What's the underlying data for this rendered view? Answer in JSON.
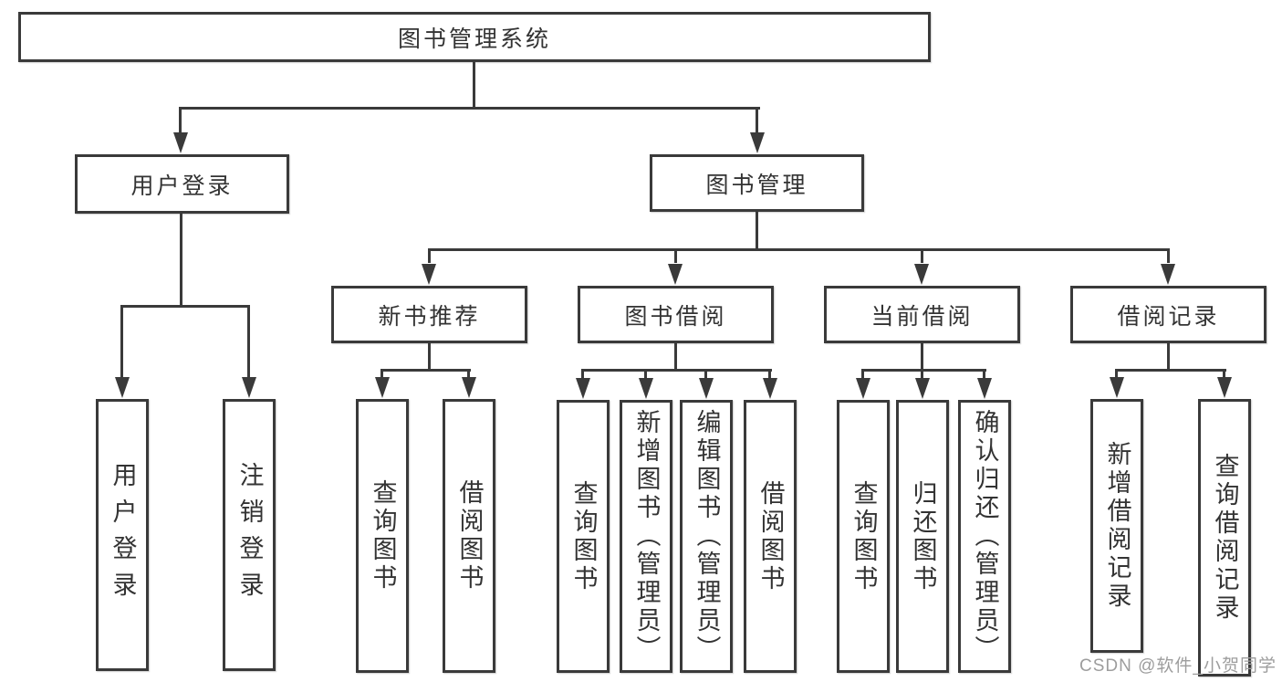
{
  "tree": {
    "root": "图书管理系统",
    "level2": [
      {
        "label": "用户登录",
        "children": [
          "用户登录",
          "注销登录"
        ]
      },
      {
        "label": "图书管理"
      }
    ],
    "level3": [
      {
        "label": "新书推荐",
        "children": [
          "查询图书",
          "借阅图书"
        ]
      },
      {
        "label": "图书借阅",
        "children": [
          "查询图书",
          "新增图书（管理员）",
          "编辑图书（管理员）",
          "借阅图书"
        ]
      },
      {
        "label": "当前借阅",
        "children": [
          "查询图书",
          "归还图书",
          "确认归还（管理员）"
        ]
      },
      {
        "label": "借阅记录",
        "children": [
          "新增借阅记录",
          "查询借阅记录"
        ]
      }
    ]
  },
  "watermark": "CSDN @软件_小贺同学",
  "colors": {
    "line": "#3a3a3a",
    "text": "#333333",
    "box_bg": "#ffffff",
    "watermark": "#9d9d9d"
  }
}
